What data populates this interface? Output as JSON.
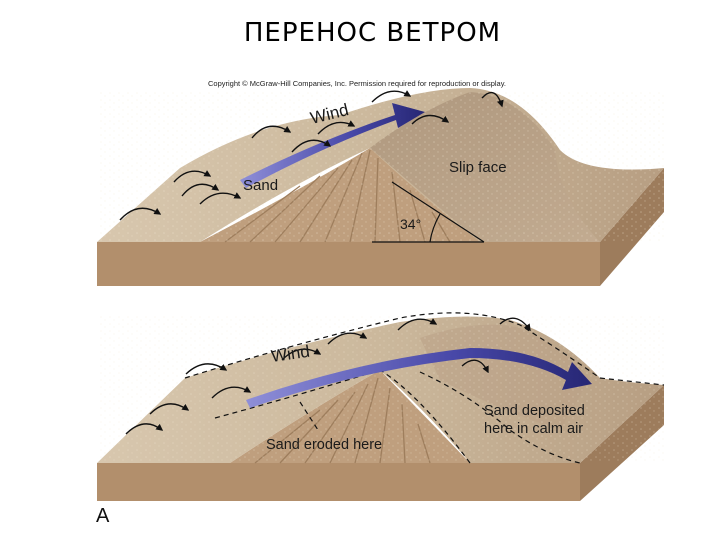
{
  "title": "ПЕРЕНОС ВЕТРОМ",
  "copyright": "Copyright © McGraw-Hill Companies, Inc. Permission required for reproduction or display.",
  "panel_letter": "A",
  "top_diagram": {
    "wind_label": "Wind",
    "sand_label": "Sand",
    "slip_face_label": "Slip face",
    "angle_label": "34°"
  },
  "bottom_diagram": {
    "wind_label": "Wind",
    "deposited_label": "Sand deposited\nhere in calm air",
    "deposited_line1": "Sand deposited",
    "deposited_line2": "here in calm air",
    "eroded_label": "Sand eroded here"
  },
  "colors": {
    "sand_top": "#c9b69b",
    "sand_side": "#b08c69",
    "wind_arrow": "#2a2a7a",
    "text": "#1a1a1a"
  },
  "icons": [
    "curved-wind-arrow-icon",
    "wind-arrow-icon"
  ]
}
